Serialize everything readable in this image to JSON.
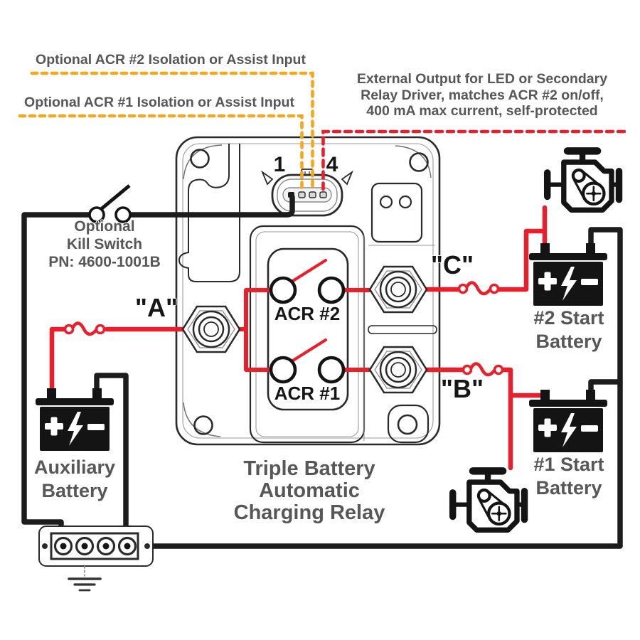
{
  "diagram": {
    "annotations": {
      "acr2_input": "Optional ACR #2 Isolation or Assist Input",
      "acr1_input": "Optional ACR #1 Isolation or Assist Input",
      "external_output": [
        "External Output for LED or Secondary",
        "Relay Driver, matches ACR #2 on/off,",
        "400 mA max current, self-protected"
      ],
      "kill_switch": [
        "Optional",
        "Kill Switch",
        "PN: 4600-1001B"
      ]
    },
    "device": {
      "title": [
        "Triple Battery",
        "Automatic",
        "Charging Relay"
      ],
      "pin_left": "1",
      "pin_right": "4",
      "acr2": "ACR #2",
      "acr1": "ACR #1",
      "terminal_a": "\"A\"",
      "terminal_b": "\"B\"",
      "terminal_c": "\"C\""
    },
    "batteries": {
      "aux": [
        "Auxiliary",
        "Battery"
      ],
      "start2": [
        "#2 Start",
        "Battery"
      ],
      "start1": [
        "#1 Start",
        "Battery"
      ]
    },
    "colors": {
      "wire-red": "#e8202c",
      "wire-black": "#1c1c1c",
      "dash-yellow": "#f5a81e",
      "dash-red": "#e8202c",
      "text-gray": "#575757",
      "text-black": "#161616"
    }
  }
}
